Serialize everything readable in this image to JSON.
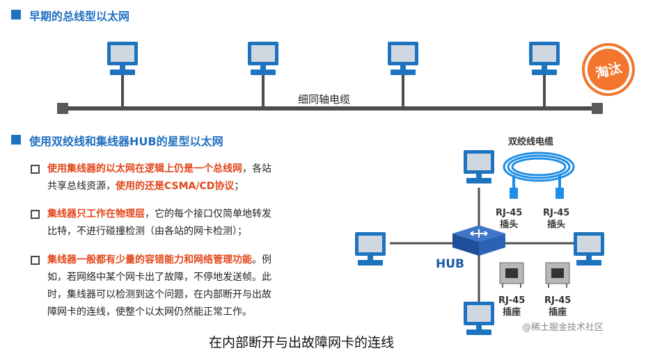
{
  "section1": {
    "title": "早期的总线型以太网"
  },
  "bus_diagram": {
    "cable_label": "细同轴电缆",
    "badge_text": "淘汰",
    "computers": 4
  },
  "section2": {
    "title": "使用双绞线和集线器HUB的星型以太网"
  },
  "points": [
    {
      "highlight": "使用集线器的以太网在逻辑上仍是一个总线网",
      "rest1": "，各站",
      "rest2": "共享总线资源，",
      "highlight2": "使用的还是CSMA/CD协议",
      "rest3": "；"
    },
    {
      "highlight": "集线器只工作在物理层",
      "rest1": "，它的每个接口仅简单地转发",
      "rest2": "比特，不进行碰撞检测（由各站的网卡检测）；"
    },
    {
      "highlight": "集线器一般都有少量的容错能力和网络管理功能",
      "rest1": "。例",
      "rest2": "如，若网络中某个网卡出了故障，不停地发送帧。此",
      "rest3": "时，集线器可以检测到这个问题，在内部断开与出故",
      "rest4": "障网卡的连线，使整个以太网仍然能正常工作。"
    }
  ],
  "star_diagram": {
    "hub_label": "HUB",
    "cable_title": "双绞线电缆",
    "plug_left": [
      "RJ-45",
      "插头"
    ],
    "plug_right": [
      "RJ-45",
      "插头"
    ],
    "socket_left": [
      "RJ-45",
      "插座"
    ],
    "socket_right": [
      "RJ-45",
      "插座"
    ]
  },
  "subtitle": "在内部断开与出故障网卡的连线",
  "watermark": "@稀土掘金技术社区",
  "colors": {
    "accent": "#1e73be",
    "highlight": "#e2461a",
    "badge": "#f2762e",
    "screen": "#cfd8e0"
  }
}
